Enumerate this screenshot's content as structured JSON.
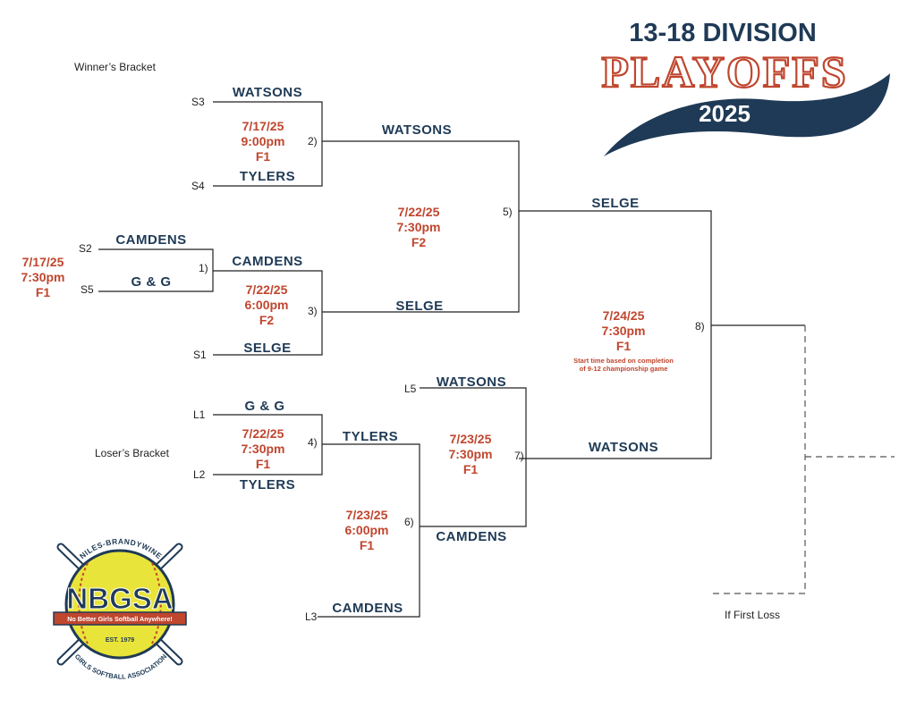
{
  "header": {
    "division": "13-18 DIVISION",
    "playoffs": "PLAYOFFS",
    "year": "2025"
  },
  "labels": {
    "winners_bracket": "Winner’s Bracket",
    "losers_bracket": "Loser’s Bracket",
    "if_first_loss": "If First Loss"
  },
  "seeds": {
    "s1": "S1",
    "s2": "S2",
    "s3": "S3",
    "s4": "S4",
    "s5": "S5",
    "l1": "L1",
    "l2": "L2",
    "l3": "L3",
    "l5": "L5"
  },
  "games": {
    "g1": {
      "num": "1)",
      "date": "7/17/25",
      "time": "7:30pm",
      "field": "F1",
      "team_top": "CAMDENS",
      "team_bottom": "G & G"
    },
    "g2": {
      "num": "2)",
      "date": "7/17/25",
      "time": "9:00pm",
      "field": "F1",
      "team_top": "WATSONS",
      "team_bottom": "TYLERS"
    },
    "g3": {
      "num": "3)",
      "date": "7/22/25",
      "time": "6:00pm",
      "field": "F2",
      "team_top": "CAMDENS",
      "team_bottom": "SELGE"
    },
    "g4": {
      "num": "4)",
      "date": "7/22/25",
      "time": "7:30pm",
      "field": "F1",
      "team_top": "G & G",
      "team_bottom": "TYLERS"
    },
    "g5": {
      "num": "5)",
      "date": "7/22/25",
      "time": "7:30pm",
      "field": "F2",
      "team_top": "WATSONS",
      "team_bottom": "SELGE"
    },
    "g6": {
      "num": "6)",
      "date": "7/23/25",
      "time": "6:00pm",
      "field": "F1",
      "team_top": "TYLERS",
      "team_bottom": "CAMDENS"
    },
    "g7": {
      "num": "7)",
      "date": "7/23/25",
      "time": "7:30pm",
      "field": "F1",
      "team_top": "WATSONS",
      "team_bottom": "CAMDENS"
    },
    "g8": {
      "num": "8)",
      "date": "7/24/25",
      "time": "7:30pm",
      "field": "F1",
      "team_top": "SELGE",
      "team_bottom": "WATSONS",
      "note_line1": "Start time based on completion",
      "note_line2": "of 9-12 championship game"
    }
  },
  "logo": {
    "top_arc": "NILES-BRANDYWINE",
    "name": "NBGSA",
    "banner": "No Better Girls Softball Anywhere!",
    "est": "EST. 1979",
    "bottom_arc": "GIRLS SOFTBALL ASSOCIATION"
  },
  "colors": {
    "navy": "#1f3a56",
    "red": "#c0462e",
    "ball": "#e9e43a"
  }
}
